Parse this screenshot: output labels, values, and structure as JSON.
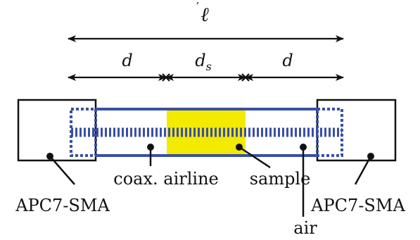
{
  "dimensions": {
    "total_length": "ℓ",
    "prime_mark": "′",
    "left_gap": "d",
    "sample_length": "d",
    "sample_subscript": "s",
    "right_gap": "d"
  },
  "labels": {
    "coax_airline": "coax. airline",
    "sample": "sample",
    "air": "air",
    "left_connector": "APC7-SMA",
    "right_connector": "APC7-SMA"
  },
  "colors": {
    "line": "#111111",
    "airline_blue": "#3a4fa6",
    "sample_yellow": "#f2ea00",
    "background": "#ffffff"
  }
}
